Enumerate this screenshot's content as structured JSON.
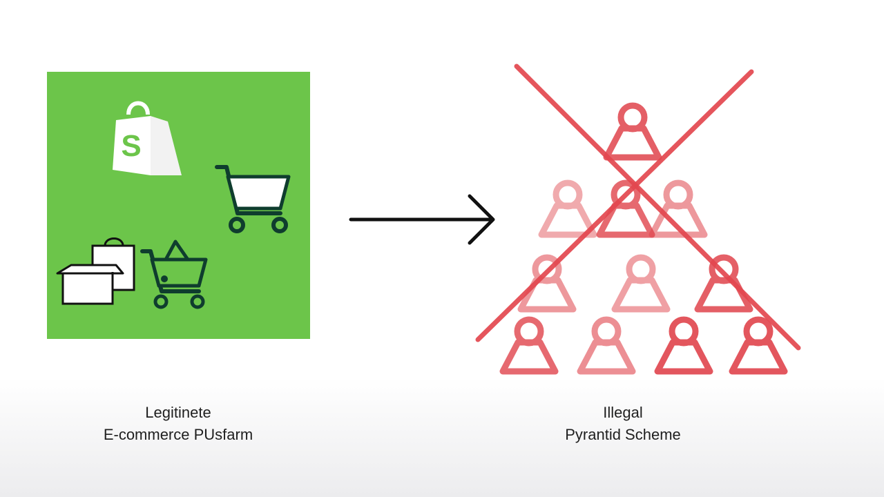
{
  "colors": {
    "brand_green": "#6cc54a",
    "cart_dark": "#0f3d2e",
    "scheme_red": "#e0444c",
    "cross_red": "#e3474f"
  },
  "icons": {
    "bag": "shopping-bag-icon",
    "cart": "shopping-cart-icon",
    "basket": "basket-cart-icon",
    "boxes": "package-boxes-icon",
    "arrow": "right-arrow-icon",
    "person": "person-icon",
    "cross": "cross-out-icon"
  },
  "legit": {
    "bag_letter": "S",
    "caption_line1": "Legitinete",
    "caption_line2": "E-commerce PUsfarm"
  },
  "scheme": {
    "caption_line1": "Illegal",
    "caption_line2": "Pyrantid Scheme"
  }
}
